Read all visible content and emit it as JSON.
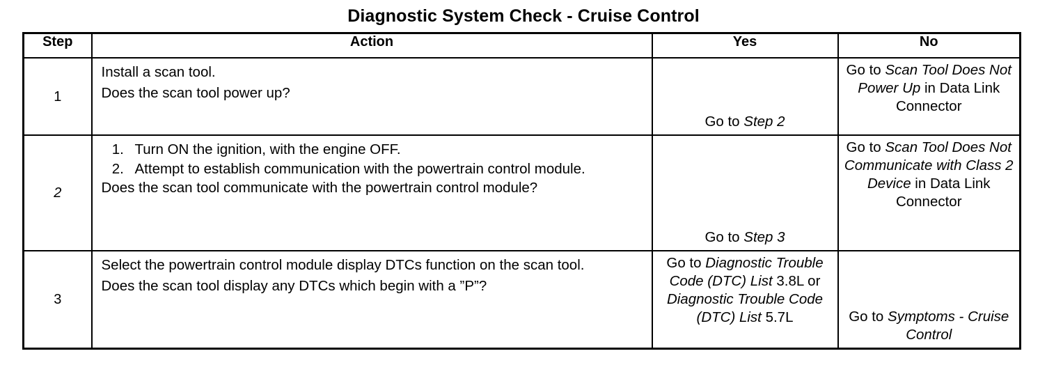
{
  "document": {
    "title": "Diagnostic System Check - Cruise Control"
  },
  "table": {
    "headers": {
      "step": "Step",
      "action": "Action",
      "yes": "Yes",
      "no": "No"
    },
    "rows": [
      {
        "step": "1",
        "action": {
          "lines": [
            "Install a scan tool.",
            "Does the scan tool power up?"
          ]
        },
        "yes": {
          "prefix": "Go to ",
          "ref": "Step 2",
          "suffix": ""
        },
        "no": {
          "prefix": "Go to ",
          "ref": "Scan Tool Does Not Power Up",
          "suffix": " in Data Link Connector"
        }
      },
      {
        "step": "2",
        "action": {
          "ordered": [
            "Turn ON the ignition, with the engine OFF.",
            "Attempt to establish communication with the powertrain control module."
          ],
          "question": "Does the scan tool communicate with the powertrain control module?"
        },
        "yes": {
          "prefix": "Go to ",
          "ref": "Step 3",
          "suffix": ""
        },
        "no": {
          "prefix": "Go to ",
          "ref": "Scan Tool Does Not Communicate with Class 2 Device",
          "suffix": " in Data Link Connector"
        }
      },
      {
        "step": "3",
        "action": {
          "lines": [
            "Select the powertrain control module display DTCs function on the scan tool.",
            "Does the scan tool display any DTCs which begin with a ”P”?"
          ]
        },
        "yes": {
          "prefix": "Go to ",
          "ref": "Diagnostic Trouble Code (DTC) List",
          "mid": " 3.8L or ",
          "ref2": "Diagnostic Trouble Code (DTC) List",
          "suffix": " 5.7L"
        },
        "no": {
          "prefix": "Go to ",
          "ref": "Symptoms - Cruise Control",
          "suffix": ""
        }
      }
    ]
  }
}
